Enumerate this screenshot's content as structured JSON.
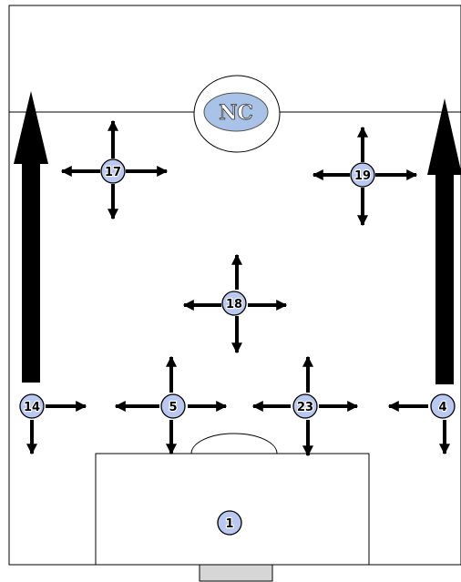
{
  "diagram": {
    "logo": {
      "text": "NC",
      "color": "#a9c3e8"
    },
    "marker_color": "#b8c8f0",
    "players": [
      {
        "id": "goalie",
        "number": "1"
      },
      {
        "id": "p4",
        "number": "4"
      },
      {
        "id": "p5",
        "number": "5"
      },
      {
        "id": "p14",
        "number": "14"
      },
      {
        "id": "p17",
        "number": "17"
      },
      {
        "id": "p18",
        "number": "18"
      },
      {
        "id": "p19",
        "number": "19"
      },
      {
        "id": "p23",
        "number": "23"
      }
    ]
  }
}
